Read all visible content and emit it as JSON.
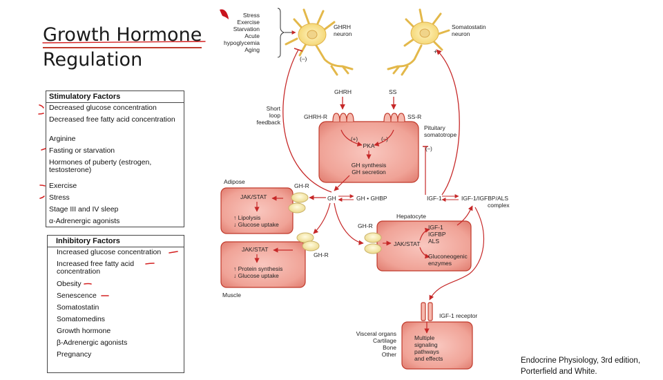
{
  "slide": {
    "title_line1": "Growth Hormone",
    "title_line2": "Regulation",
    "citation_line1": "Endocrine Physiology, 3rd edition,",
    "citation_line2": "Porterfield and White."
  },
  "stimulatory": {
    "header": "Stimulatory Factors",
    "items": [
      "Decreased glucose concentration",
      "Decreased free fatty acid concentration",
      "Arginine",
      "Fasting or starvation",
      "Hormones of puberty (estrogen,",
      "testosterone)",
      "Exercise",
      "Stress",
      "Stage III and IV sleep",
      "α-Adrenergic agonists"
    ]
  },
  "inhibitory": {
    "header": "Inhibitory Factors",
    "items": [
      "Increased glucose concentration",
      "Increased free fatty acid",
      "concentration",
      "Obesity",
      "Senescence",
      "Somatostatin",
      "Somatomedins",
      "Growth hormone",
      "β-Adrenergic agonists",
      "Pregnancy"
    ]
  },
  "diagram": {
    "stimuli": [
      "Stress",
      "Exercise",
      "Starvation",
      "Acute",
      "hypoglycemia",
      "Aging"
    ],
    "ghrh_neuron": [
      "GHRH",
      "neuron"
    ],
    "somatostatin_neuron": [
      "Somatostatin",
      "neuron"
    ],
    "minus": "(–)",
    "plus": "+",
    "ghrh": "GHRH",
    "ss": "SS",
    "short_loop": [
      "Short",
      "loop",
      "feedback"
    ],
    "ghrh_r": "GHRH-R",
    "ss_r": "SS-R",
    "pituitary": [
      "Pituitary",
      "somatotrope"
    ],
    "plus_paren": "(+)",
    "pka": "PKA",
    "gh_synthesis": "GH synthesis",
    "gh_secretion": "GH secretion",
    "adipose": "Adipose",
    "gh_r": "GH-R",
    "jak_stat": "JAK/STAT",
    "adipose_effects": [
      "↑ Lipolysis",
      "↓ Glucose uptake"
    ],
    "gh": "GH",
    "gh_ghbp": "GH • GHBP",
    "igf1": "IGF-1",
    "igf_complex": [
      "IGF-1/IGFBP/ALS",
      "complex"
    ],
    "hepatocyte": "Hepatocyte",
    "hep_products": [
      "IGF-1",
      "IGFBP",
      "ALS"
    ],
    "gluconeogenic": [
      "Gluconeogenic",
      "enzymes"
    ],
    "muscle_effects": [
      "↑ Protein synthesis",
      "↓ Glucose uptake"
    ],
    "muscle": "Muscle",
    "igf1_receptor": "IGF-1 receptor",
    "visceral": [
      "Visceral organs",
      "Cartilage",
      "Bone",
      "Other"
    ],
    "multiple": [
      "Multiple",
      "signaling",
      "pathways",
      "and effects"
    ]
  }
}
